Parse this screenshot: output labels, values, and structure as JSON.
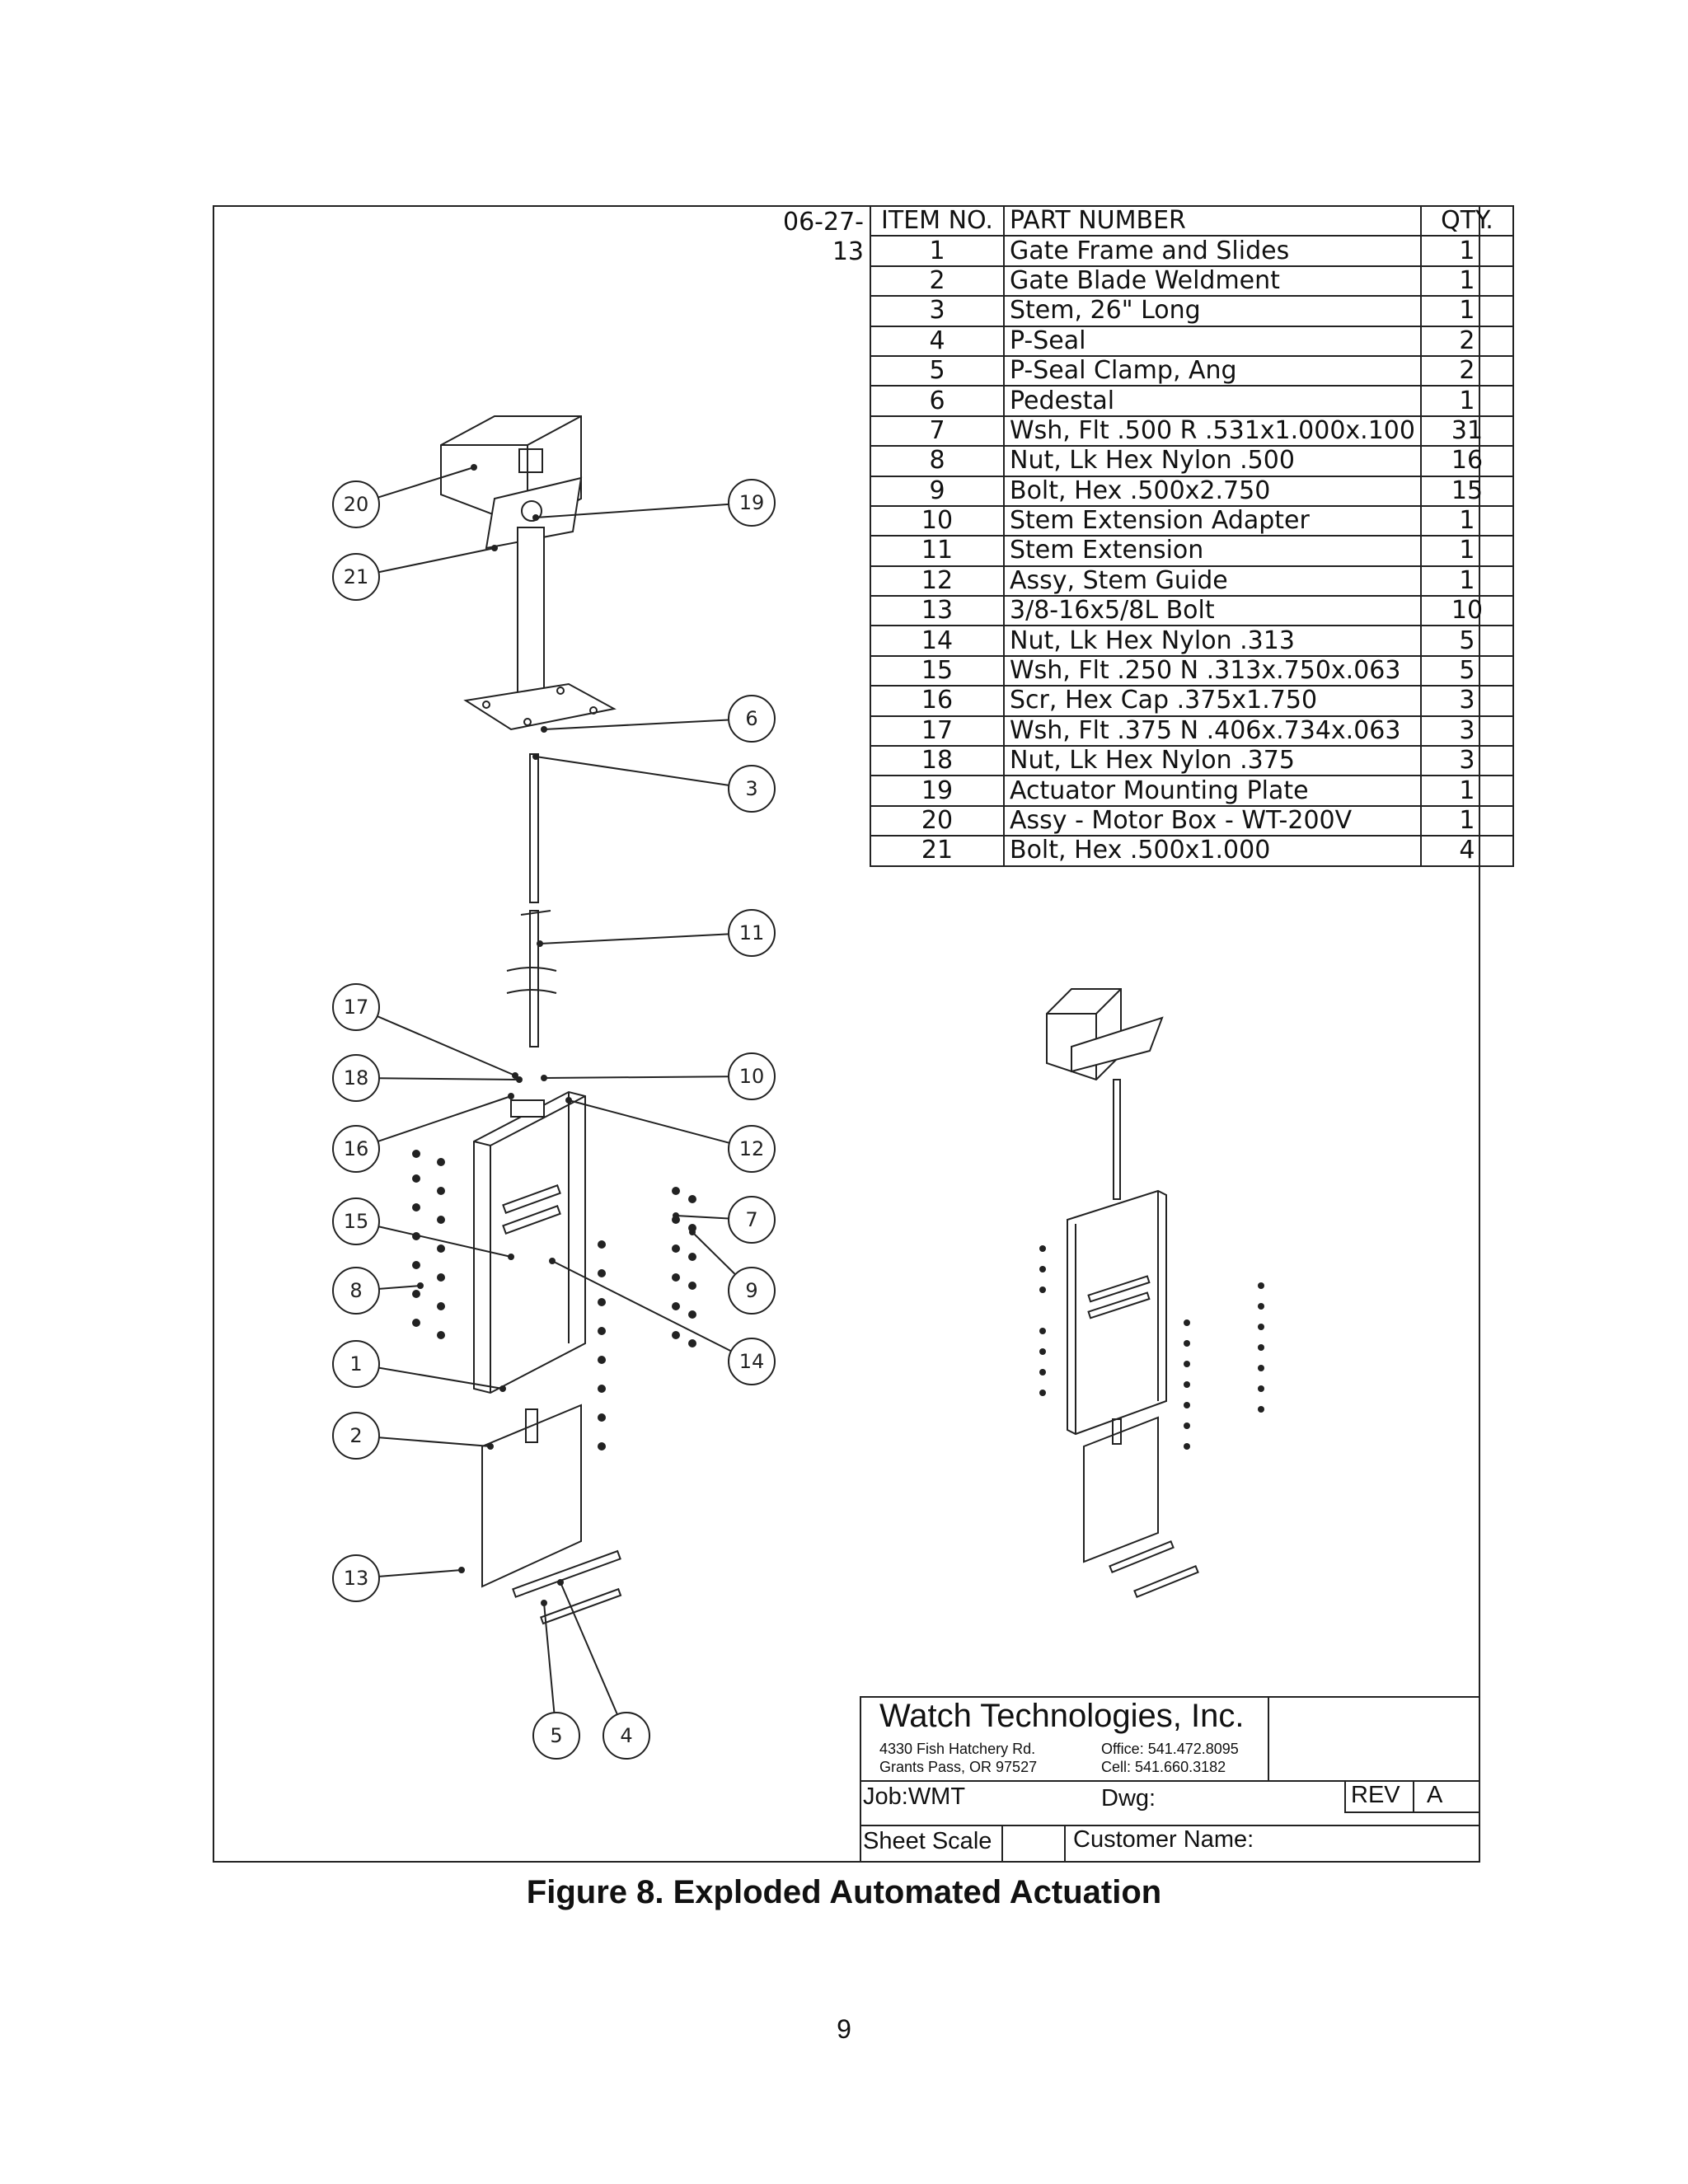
{
  "drawing": {
    "date": "06-27-13",
    "bom": {
      "headers": [
        "ITEM NO.",
        "PART NUMBER",
        "QTY."
      ],
      "rows": [
        {
          "item": "1",
          "part": "Gate Frame and Slides",
          "qty": "1"
        },
        {
          "item": "2",
          "part": "Gate Blade Weldment",
          "qty": "1"
        },
        {
          "item": "3",
          "part": "Stem, 26\" Long",
          "qty": "1"
        },
        {
          "item": "4",
          "part": "P-Seal",
          "qty": "2"
        },
        {
          "item": "5",
          "part": "P-Seal Clamp, Ang",
          "qty": "2"
        },
        {
          "item": "6",
          "part": "Pedestal",
          "qty": "1"
        },
        {
          "item": "7",
          "part": "Wsh, Flt .500 R .531x1.000x.100",
          "qty": "31"
        },
        {
          "item": "8",
          "part": "Nut, Lk Hex Nylon .500",
          "qty": "16"
        },
        {
          "item": "9",
          "part": "Bolt, Hex .500x2.750",
          "qty": "15"
        },
        {
          "item": "10",
          "part": "Stem Extension Adapter",
          "qty": "1"
        },
        {
          "item": "11",
          "part": "Stem Extension",
          "qty": "1"
        },
        {
          "item": "12",
          "part": "Assy, Stem Guide",
          "qty": "1"
        },
        {
          "item": "13",
          "part": "3/8-16x5/8L Bolt",
          "qty": "10"
        },
        {
          "item": "14",
          "part": "Nut, Lk Hex Nylon .313",
          "qty": "5"
        },
        {
          "item": "15",
          "part": "Wsh, Flt .250 N .313x.750x.063",
          "qty": "5"
        },
        {
          "item": "16",
          "part": "Scr, Hex Cap .375x1.750",
          "qty": "3"
        },
        {
          "item": "17",
          "part": "Wsh, Flt .375 N .406x.734x.063",
          "qty": "3"
        },
        {
          "item": "18",
          "part": "Nut, Lk Hex Nylon .375",
          "qty": "3"
        },
        {
          "item": "19",
          "part": "Actuator Mounting Plate",
          "qty": "1"
        },
        {
          "item": "20",
          "part": "Assy - Motor Box - WT-200V",
          "qty": "1"
        },
        {
          "item": "21",
          "part": "Bolt, Hex .500x1.000",
          "qty": "4"
        }
      ]
    },
    "callouts": [
      "20",
      "19",
      "21",
      "6",
      "3",
      "11",
      "17",
      "18",
      "10",
      "16",
      "12",
      "15",
      "7",
      "8",
      "9",
      "1",
      "14",
      "2",
      "13",
      "5",
      "4"
    ],
    "title_block": {
      "company": "Watch Technologies, Inc.",
      "address_line1": "4330 Fish Hatchery Rd.",
      "address_line2": "Grants Pass, OR 97527",
      "office": "Office: 541.472.8095",
      "cell": "Cell: 541.660.3182",
      "job": "Job:WMT",
      "dwg": "Dwg:",
      "rev_label": "REV",
      "rev_value": "A",
      "sheet_scale": "Sheet Scale",
      "customer_name": "Customer Name:"
    }
  },
  "caption": "Figure 8. Exploded Automated Actuation",
  "page_number": "9"
}
